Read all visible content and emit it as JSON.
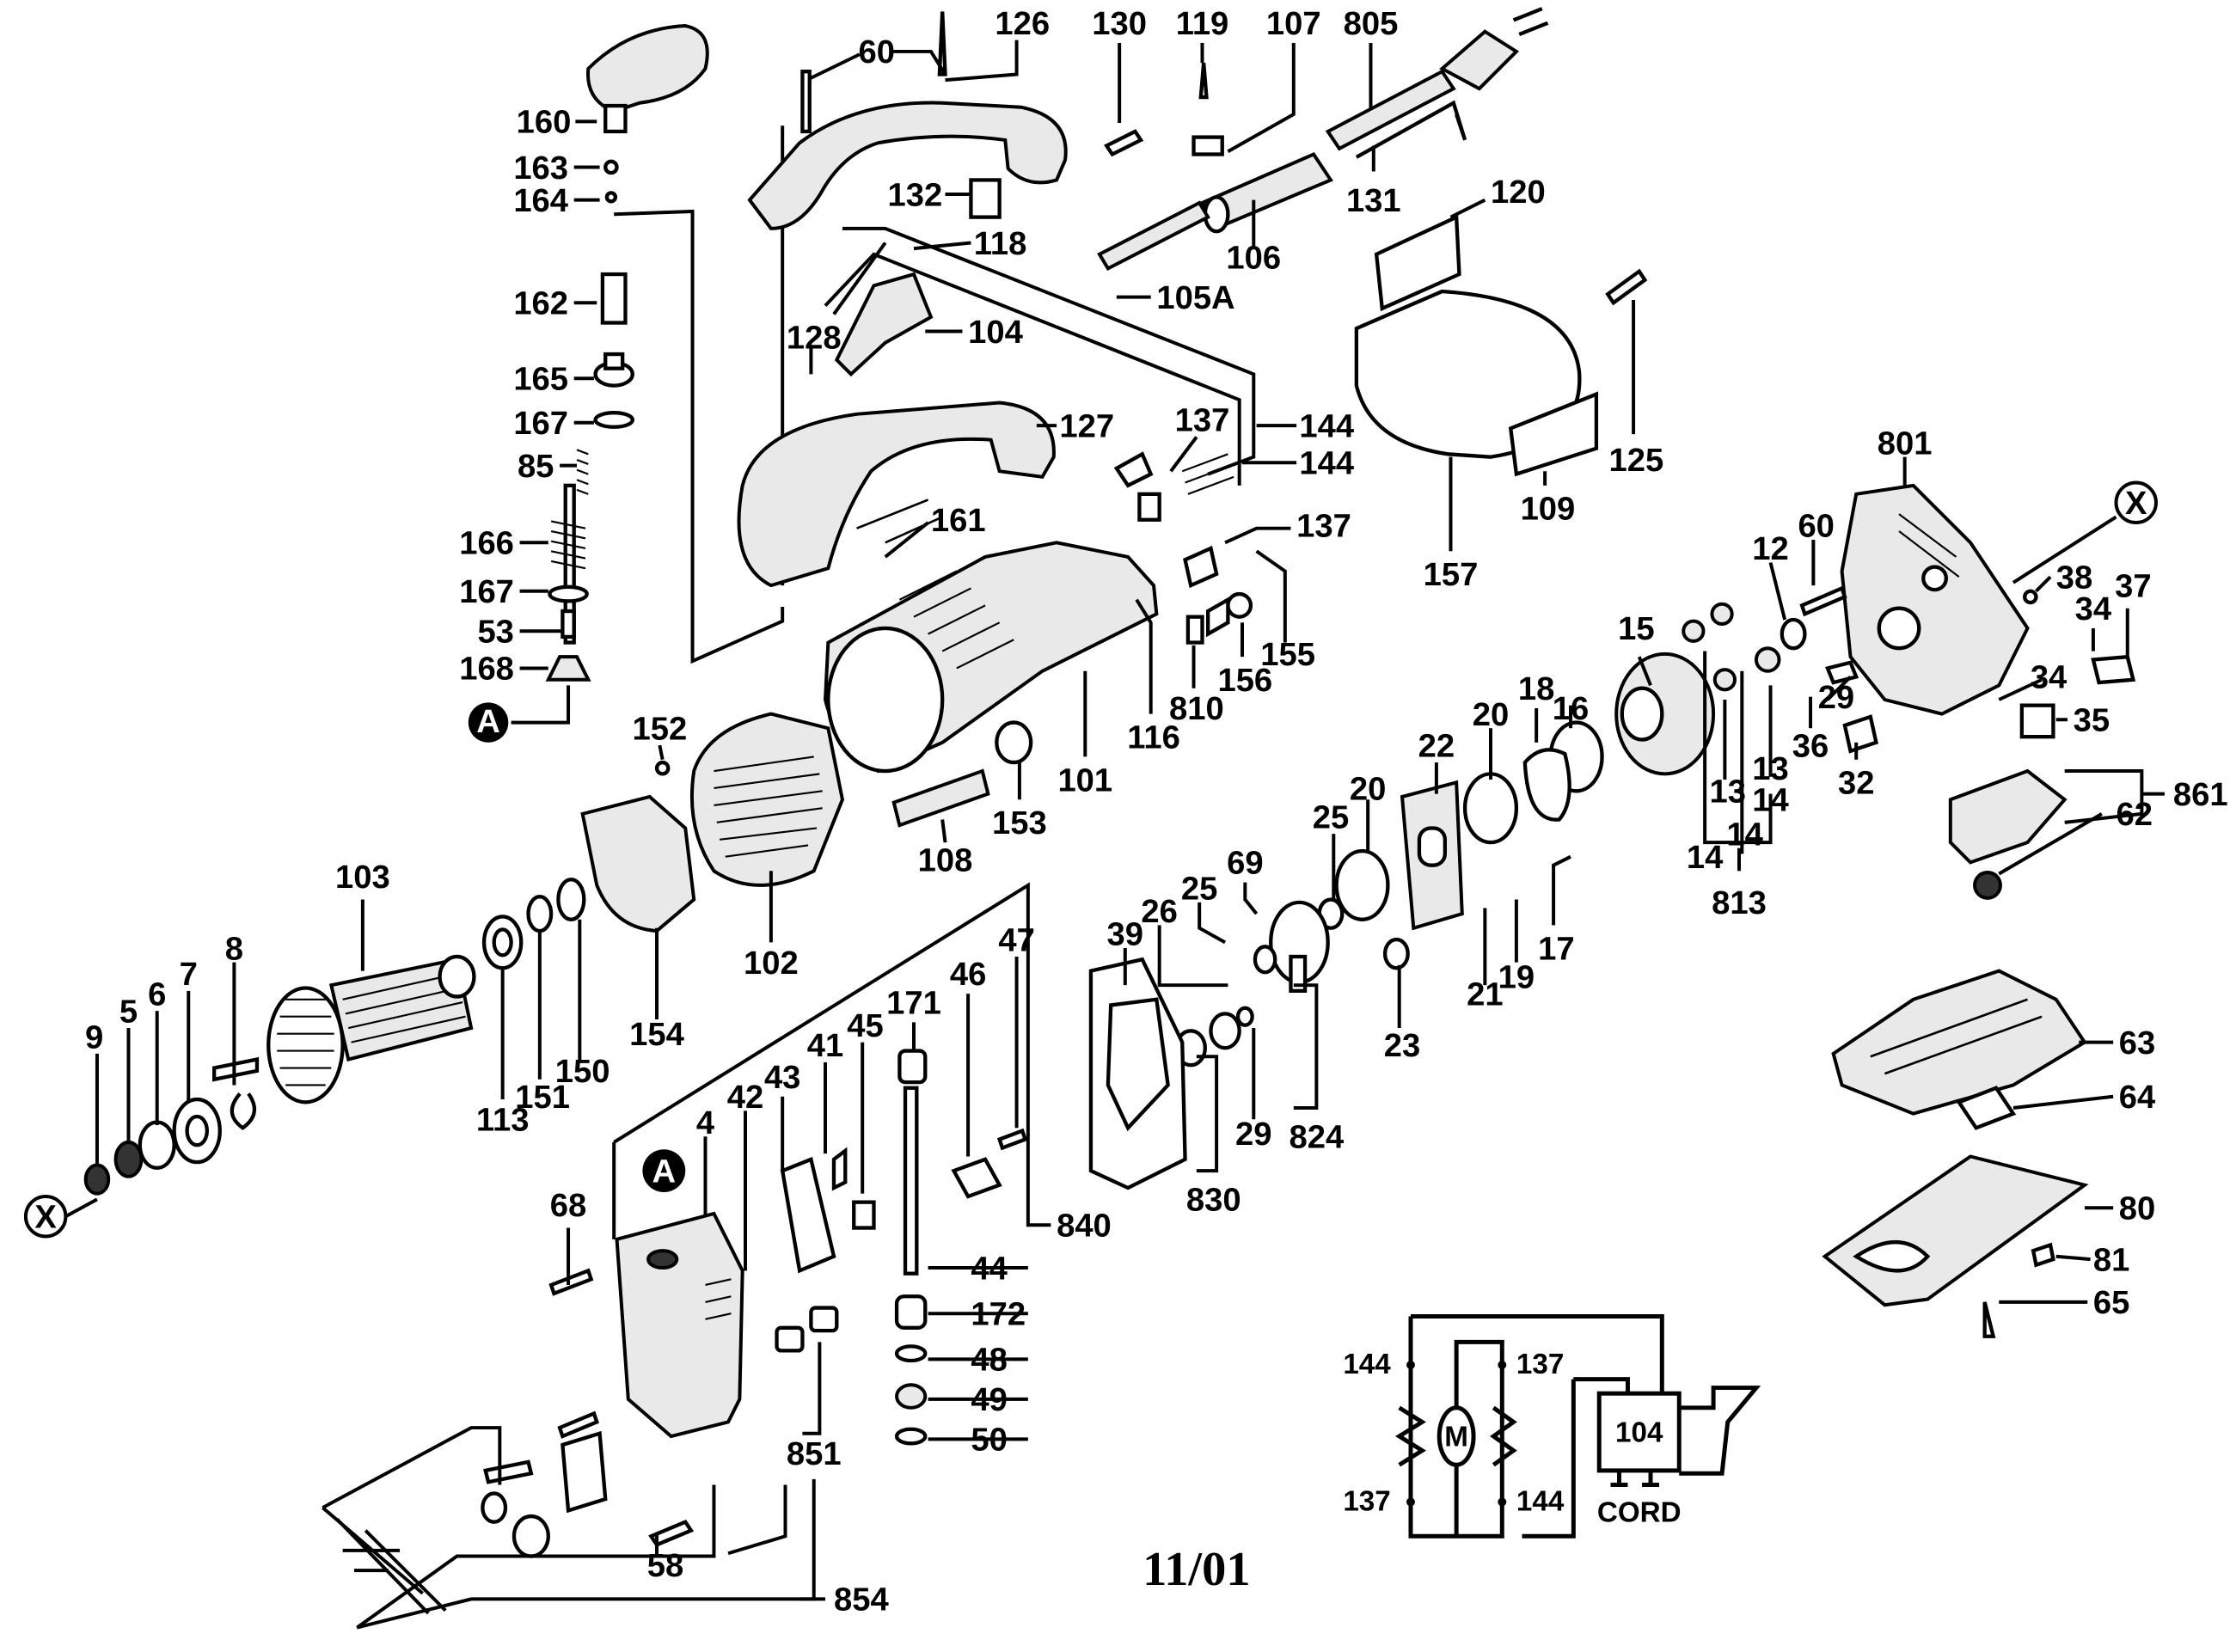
{
  "diagram": {
    "footer_date": "11/01",
    "markers": {
      "a": "A",
      "x": "X"
    },
    "labels": {
      "p160": "160",
      "p163": "163",
      "p164": "164",
      "p162": "162",
      "p165": "165",
      "p167a": "167",
      "p85": "85",
      "p166": "166",
      "p167b": "167",
      "p53": "53",
      "p168": "168",
      "p60a": "60",
      "p126": "126",
      "p130": "130",
      "p119": "119",
      "p107": "107",
      "p805": "805",
      "p132": "132",
      "p131": "131",
      "p120": "120",
      "p118": "118",
      "p106": "106",
      "p105A": "105A",
      "p104": "104",
      "p128": "128",
      "p127": "127",
      "p137a": "137",
      "p144a": "144",
      "p144b": "144",
      "p125": "125",
      "p161": "161",
      "p137b": "137",
      "p109": "109",
      "p157": "157",
      "p155": "155",
      "p116": "116",
      "p810": "810",
      "p156": "156",
      "p101": "101",
      "p152": "152",
      "p153": "153",
      "p108": "108",
      "p102": "102",
      "p154": "154",
      "p103": "103",
      "p9": "9",
      "p5": "5",
      "p6": "6",
      "p7": "7",
      "p8": "8",
      "p113": "113",
      "p151": "151",
      "p150": "150",
      "p801": "801",
      "p60b": "60",
      "p12": "12",
      "p38": "38",
      "p37": "37",
      "p34a": "34",
      "p34b": "34",
      "p29a": "29",
      "p35": "35",
      "p36": "36",
      "p32": "32",
      "p15": "15",
      "p16": "16",
      "p18": "18",
      "p14a": "14",
      "p14b": "14",
      "p14c": "14",
      "p13a": "13",
      "p13b": "13",
      "p813": "813",
      "p22": "22",
      "p20a": "20",
      "p20b": "20",
      "p25a": "25",
      "p25b": "25",
      "p17": "17",
      "p21": "21",
      "p19": "19",
      "p23": "23",
      "p69": "69",
      "p26": "26",
      "p39": "39",
      "p29b": "29",
      "p824": "824",
      "p830": "830",
      "p861": "861",
      "p62": "62",
      "p63": "63",
      "p64": "64",
      "p80": "80",
      "p81": "81",
      "p65": "65",
      "p171": "171",
      "p46": "46",
      "p47": "47",
      "p45": "45",
      "p41": "41",
      "p43": "43",
      "p42": "42",
      "p4": "4",
      "p840": "840",
      "p44": "44",
      "p172": "172",
      "p48": "48",
      "p49": "49",
      "p50": "50",
      "p68": "68",
      "p851": "851",
      "p58": "58",
      "p854": "854"
    },
    "schematic": {
      "w144_left": "144",
      "w137_left": "137",
      "w137_right": "137",
      "w144_right": "144",
      "switch": "104",
      "motor": "M",
      "cord": "CORD"
    }
  }
}
